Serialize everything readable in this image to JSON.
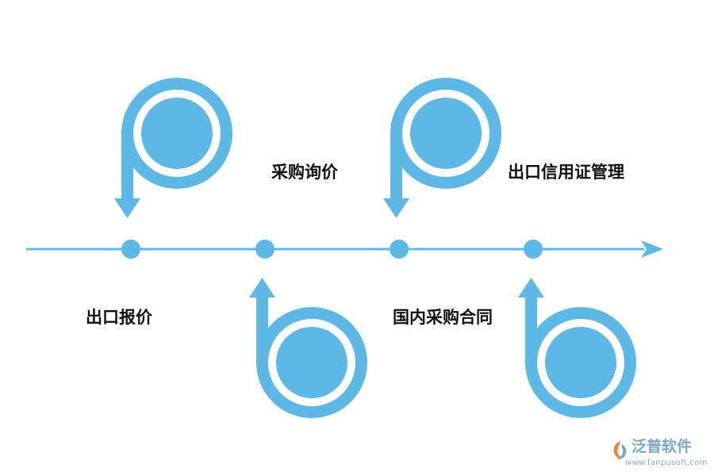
{
  "colors": {
    "accent": "#5db8e6",
    "text": "#111111",
    "watermark": "#7ea6c9"
  },
  "steps": [
    {
      "label": "出口报价",
      "icon": "curl-arrow-down-icon"
    },
    {
      "label": "采购询价",
      "icon": "curl-arrow-up-icon"
    },
    {
      "label": "国内采购合同",
      "icon": "curl-arrow-down-icon"
    },
    {
      "label": "出口信用证管理",
      "icon": "curl-arrow-up-icon"
    }
  ],
  "watermark": {
    "brand": "泛普软件",
    "url": "www.fanpusoft.com",
    "icon": "fanpu-logo-icon"
  }
}
